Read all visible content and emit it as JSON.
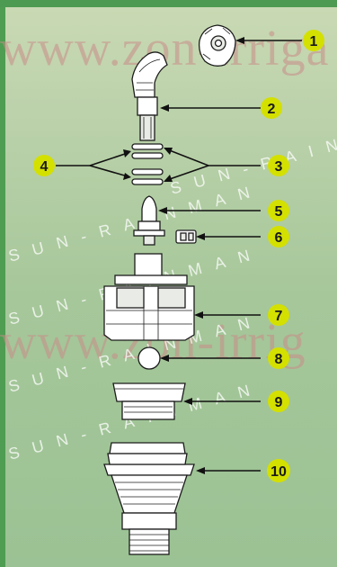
{
  "watermarks": {
    "url_text": "www.zon-irriga",
    "url_text_2": "www.zon-irrig",
    "brand_text": "SUN-RAINMAN"
  },
  "callouts": [
    "1",
    "2",
    "3",
    "4",
    "5",
    "6",
    "7",
    "8",
    "9",
    "10"
  ],
  "colors": {
    "badge": "#d4e000",
    "background_top": "#c9d9b3",
    "background_bottom": "#9bc294",
    "frame": "#4d9a52"
  }
}
